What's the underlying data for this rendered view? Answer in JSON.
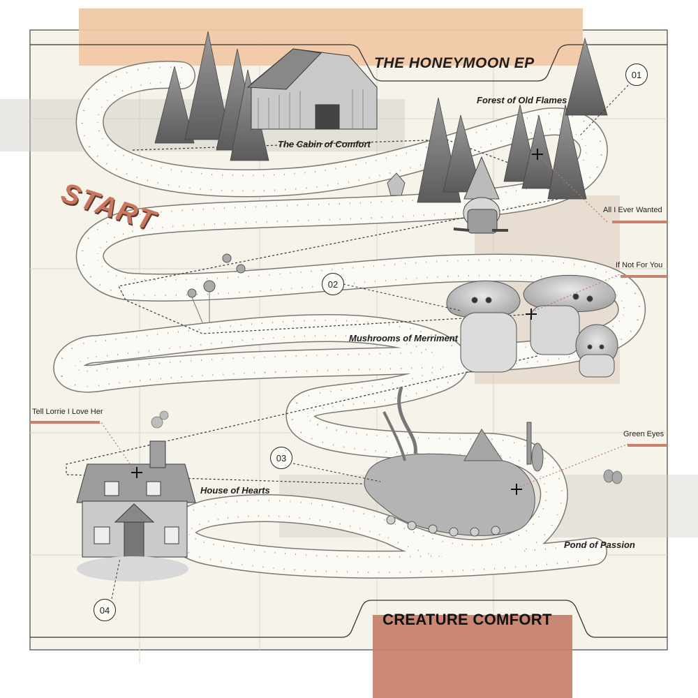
{
  "title": "THE HONEYMOON EP",
  "artist": "CREATURE COMFORT",
  "start_label": "START",
  "locations": {
    "cabin": "The Cabin of Comfort",
    "forest": "Forest of Old Flames",
    "mushrooms": "Mushrooms of Merriment",
    "house": "House of Hearts",
    "pond": "Pond of Passion"
  },
  "markers": [
    "01",
    "02",
    "03",
    "04"
  ],
  "songs": {
    "all_i_ever_wanted": "All I Ever Wanted",
    "if_not_for_you": "If Not For You",
    "green_eyes": "Green Eyes",
    "tell_lorrie": "Tell Lorrie I Love Her"
  },
  "colors": {
    "paper": "#f5f3ea",
    "peach_block": "#f0c8a4",
    "terracotta_block": "#c7826e",
    "path": "#fbfaf5",
    "path_fill": "#e9e8d8",
    "accent_line": "#c7826e"
  }
}
